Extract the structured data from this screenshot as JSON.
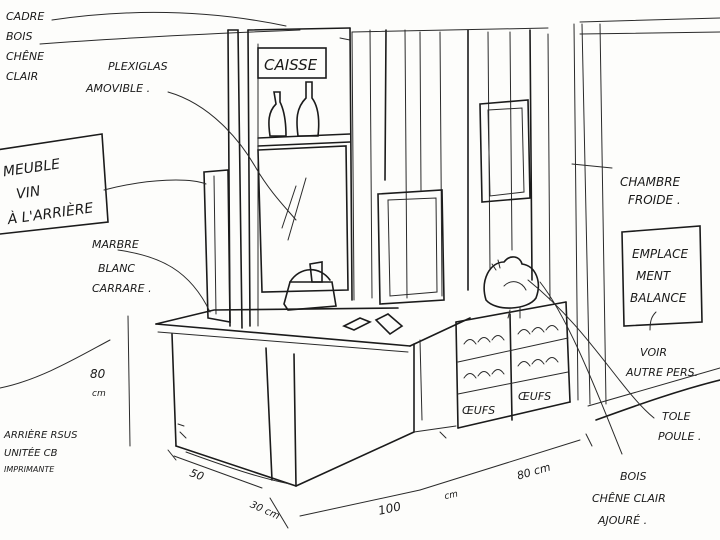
{
  "annotations": {
    "cadre": [
      "CADRE",
      "BOIS",
      "CHÊNE",
      "CLAIR"
    ],
    "plexiglas": [
      "PLEXIGLAS",
      "AMOVIBLE ."
    ],
    "caisse": "CAISSE",
    "meuble": [
      "MEUBLE",
      "VIN",
      "À L'ARRIÈRE"
    ],
    "marbre": [
      "MARBRE",
      "BLANC",
      "CARRARE ."
    ],
    "chambre": [
      "CHAMBRE",
      "FROIDE ."
    ],
    "emplacement": [
      "EMPLACE",
      "MENT",
      "BALANCE"
    ],
    "voir": [
      "VOIR",
      "AUTRE PERS."
    ],
    "arriere": [
      "ARRIÈRE RSUS",
      "UNITÉE CB",
      "IMPRIMANTE"
    ],
    "tole": [
      "TOLE",
      "POULE ."
    ],
    "bois_ajoure": [
      "BOIS",
      "CHÊNE CLAIR",
      "AJOURÉ ."
    ],
    "oeufs_1": "ŒUFS",
    "oeufs_2": "ŒUFS"
  },
  "dimensions": {
    "height": "80",
    "height_unit": "cm",
    "d50": "50",
    "d30": "30 cm",
    "d100": "100",
    "d100_unit": "cm",
    "d80": "80 cm"
  }
}
